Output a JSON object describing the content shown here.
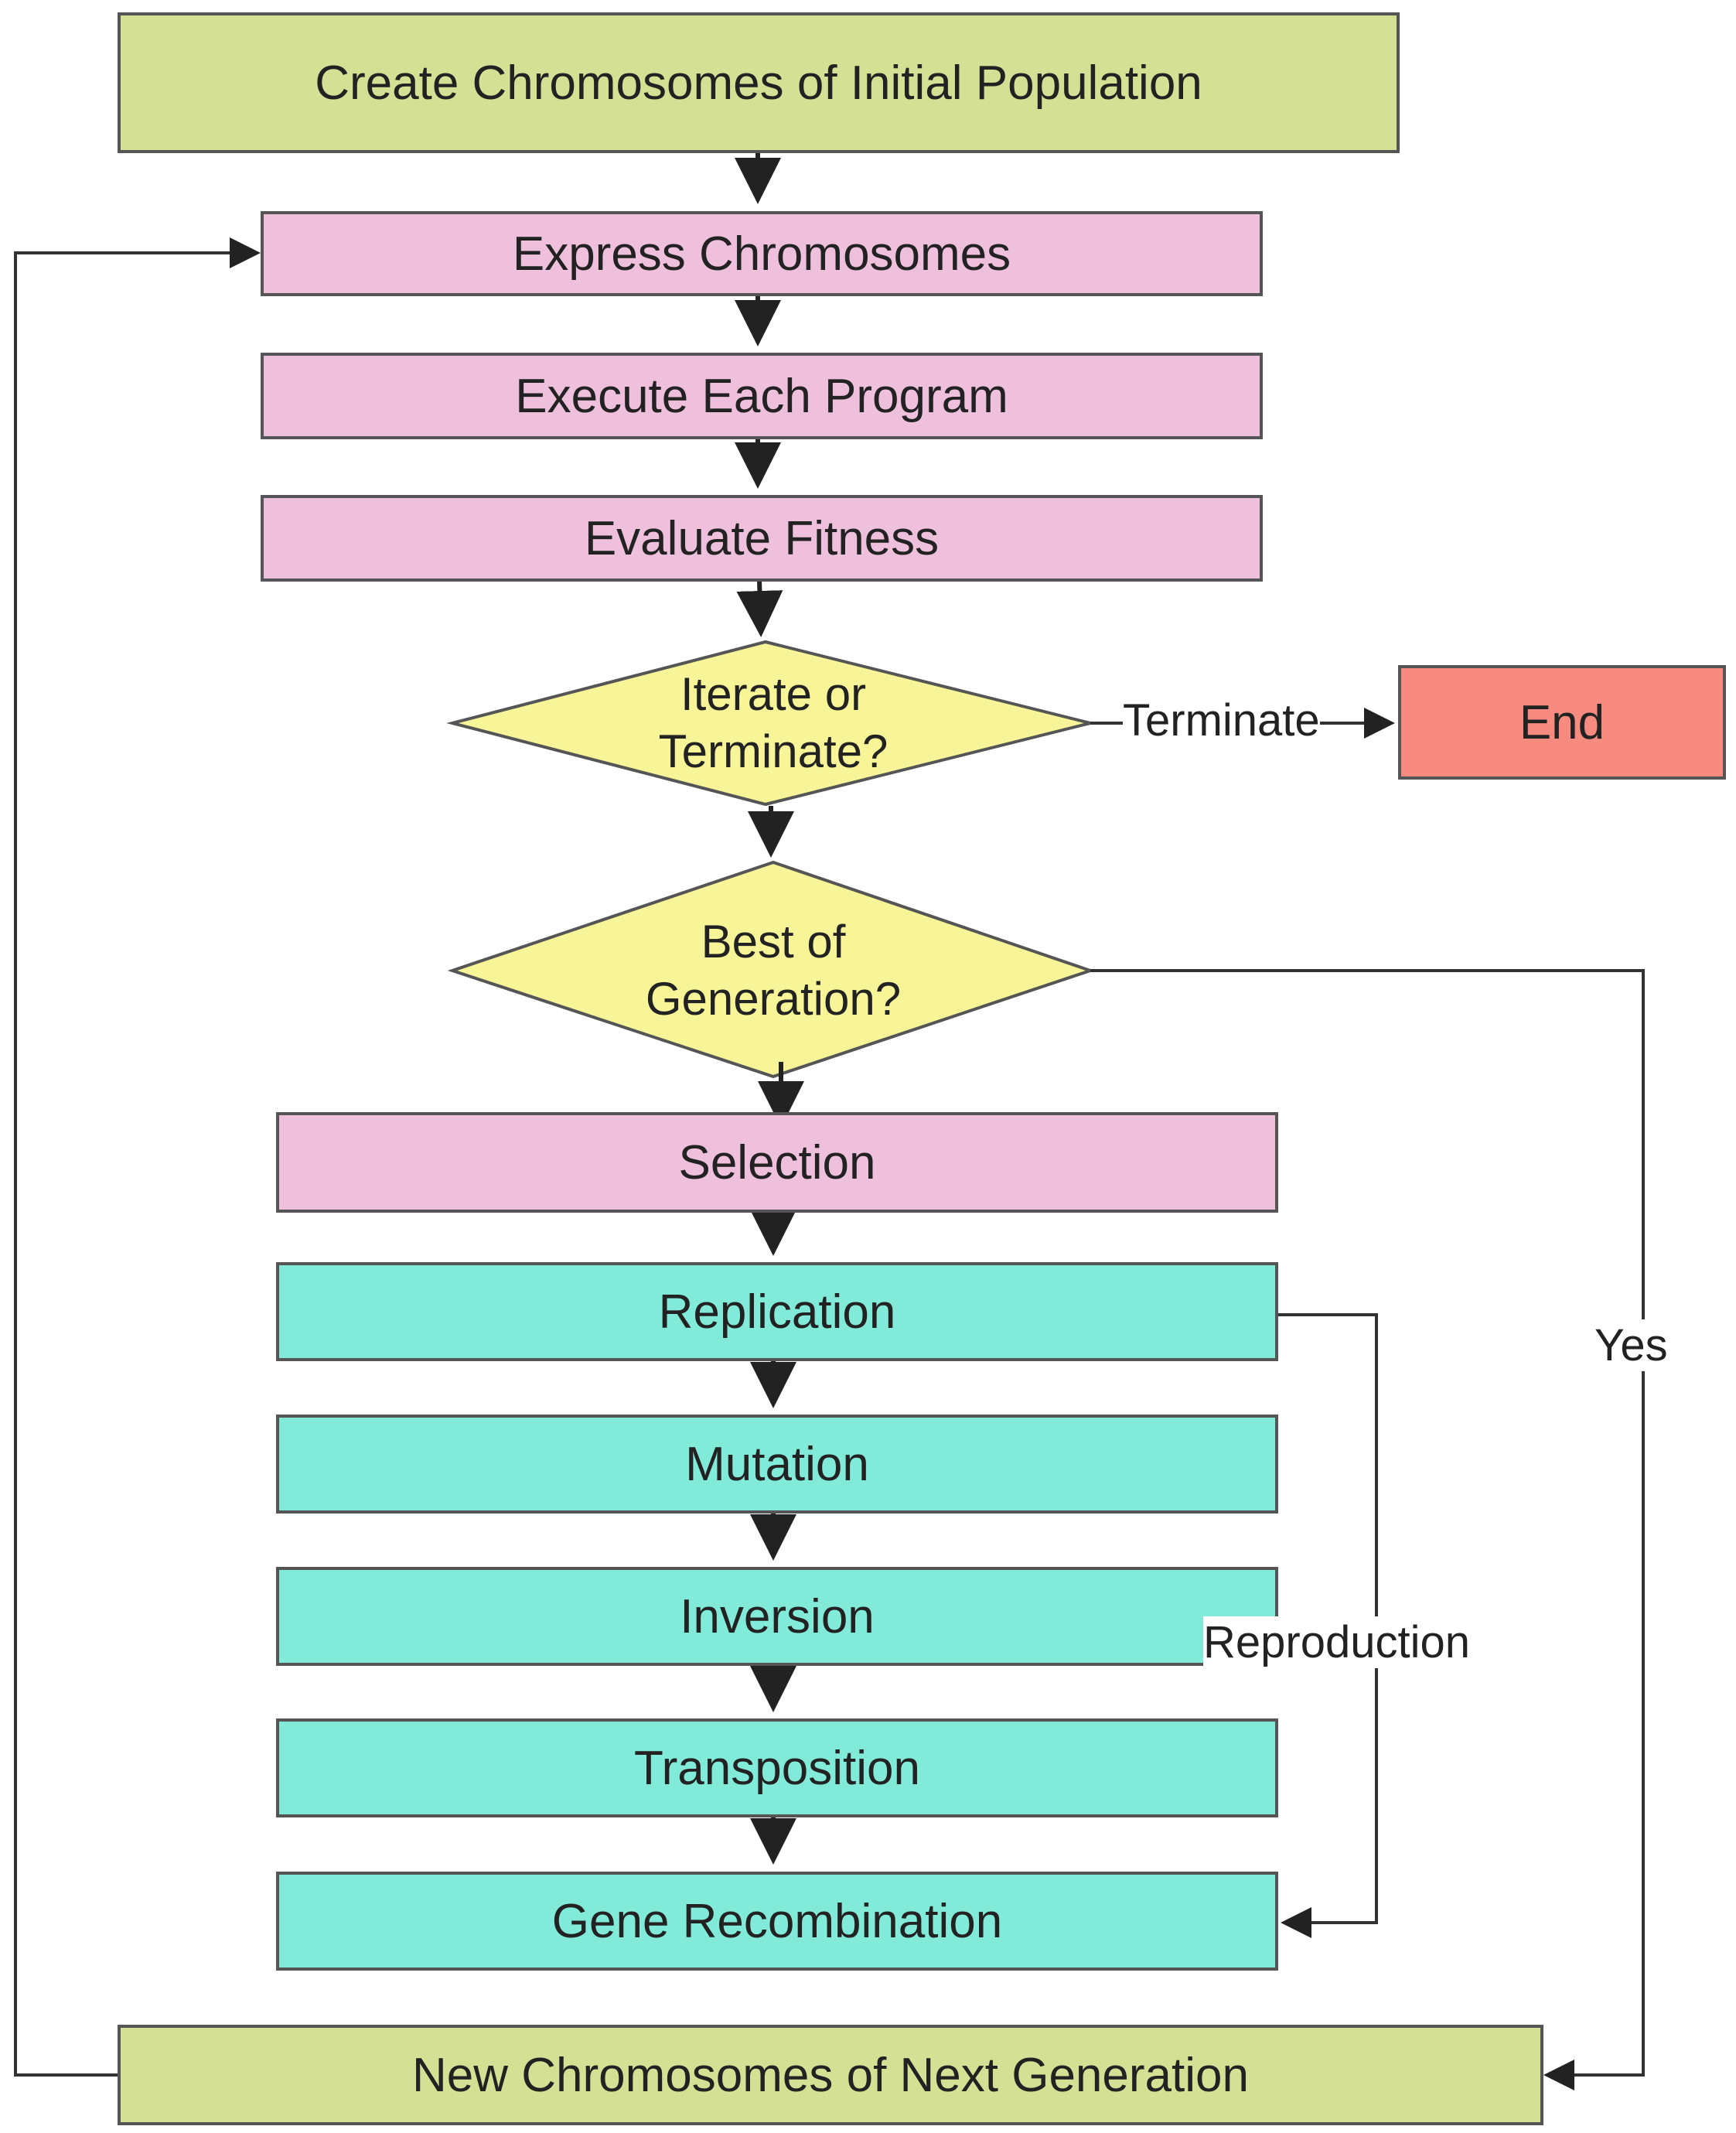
{
  "boxes": {
    "create": "Create Chromosomes of Initial Population",
    "express": "Express Chromosomes",
    "execute": "Execute Each Program",
    "evaluate": "Evaluate Fitness",
    "selection": "Selection",
    "replication": "Replication",
    "mutation": "Mutation",
    "inversion": "Inversion",
    "transposition": "Transposition",
    "gene_recombination": "Gene Recombination",
    "new_chromosomes": "New Chromosomes of Next Generation",
    "end": "End"
  },
  "decisions": {
    "iterate_line1": "Iterate or",
    "iterate_line2": "Terminate?",
    "best_line1": "Best of",
    "best_line2": "Generation?"
  },
  "edge_labels": {
    "terminate": "Terminate",
    "yes": "Yes",
    "reproduction": "Reproduction"
  },
  "colors": {
    "start_end_box": "#d4e094",
    "process_box": "#eec0db",
    "operator_box": "#82ead9",
    "decision": "#f7f598",
    "terminal": "#f78b80"
  }
}
